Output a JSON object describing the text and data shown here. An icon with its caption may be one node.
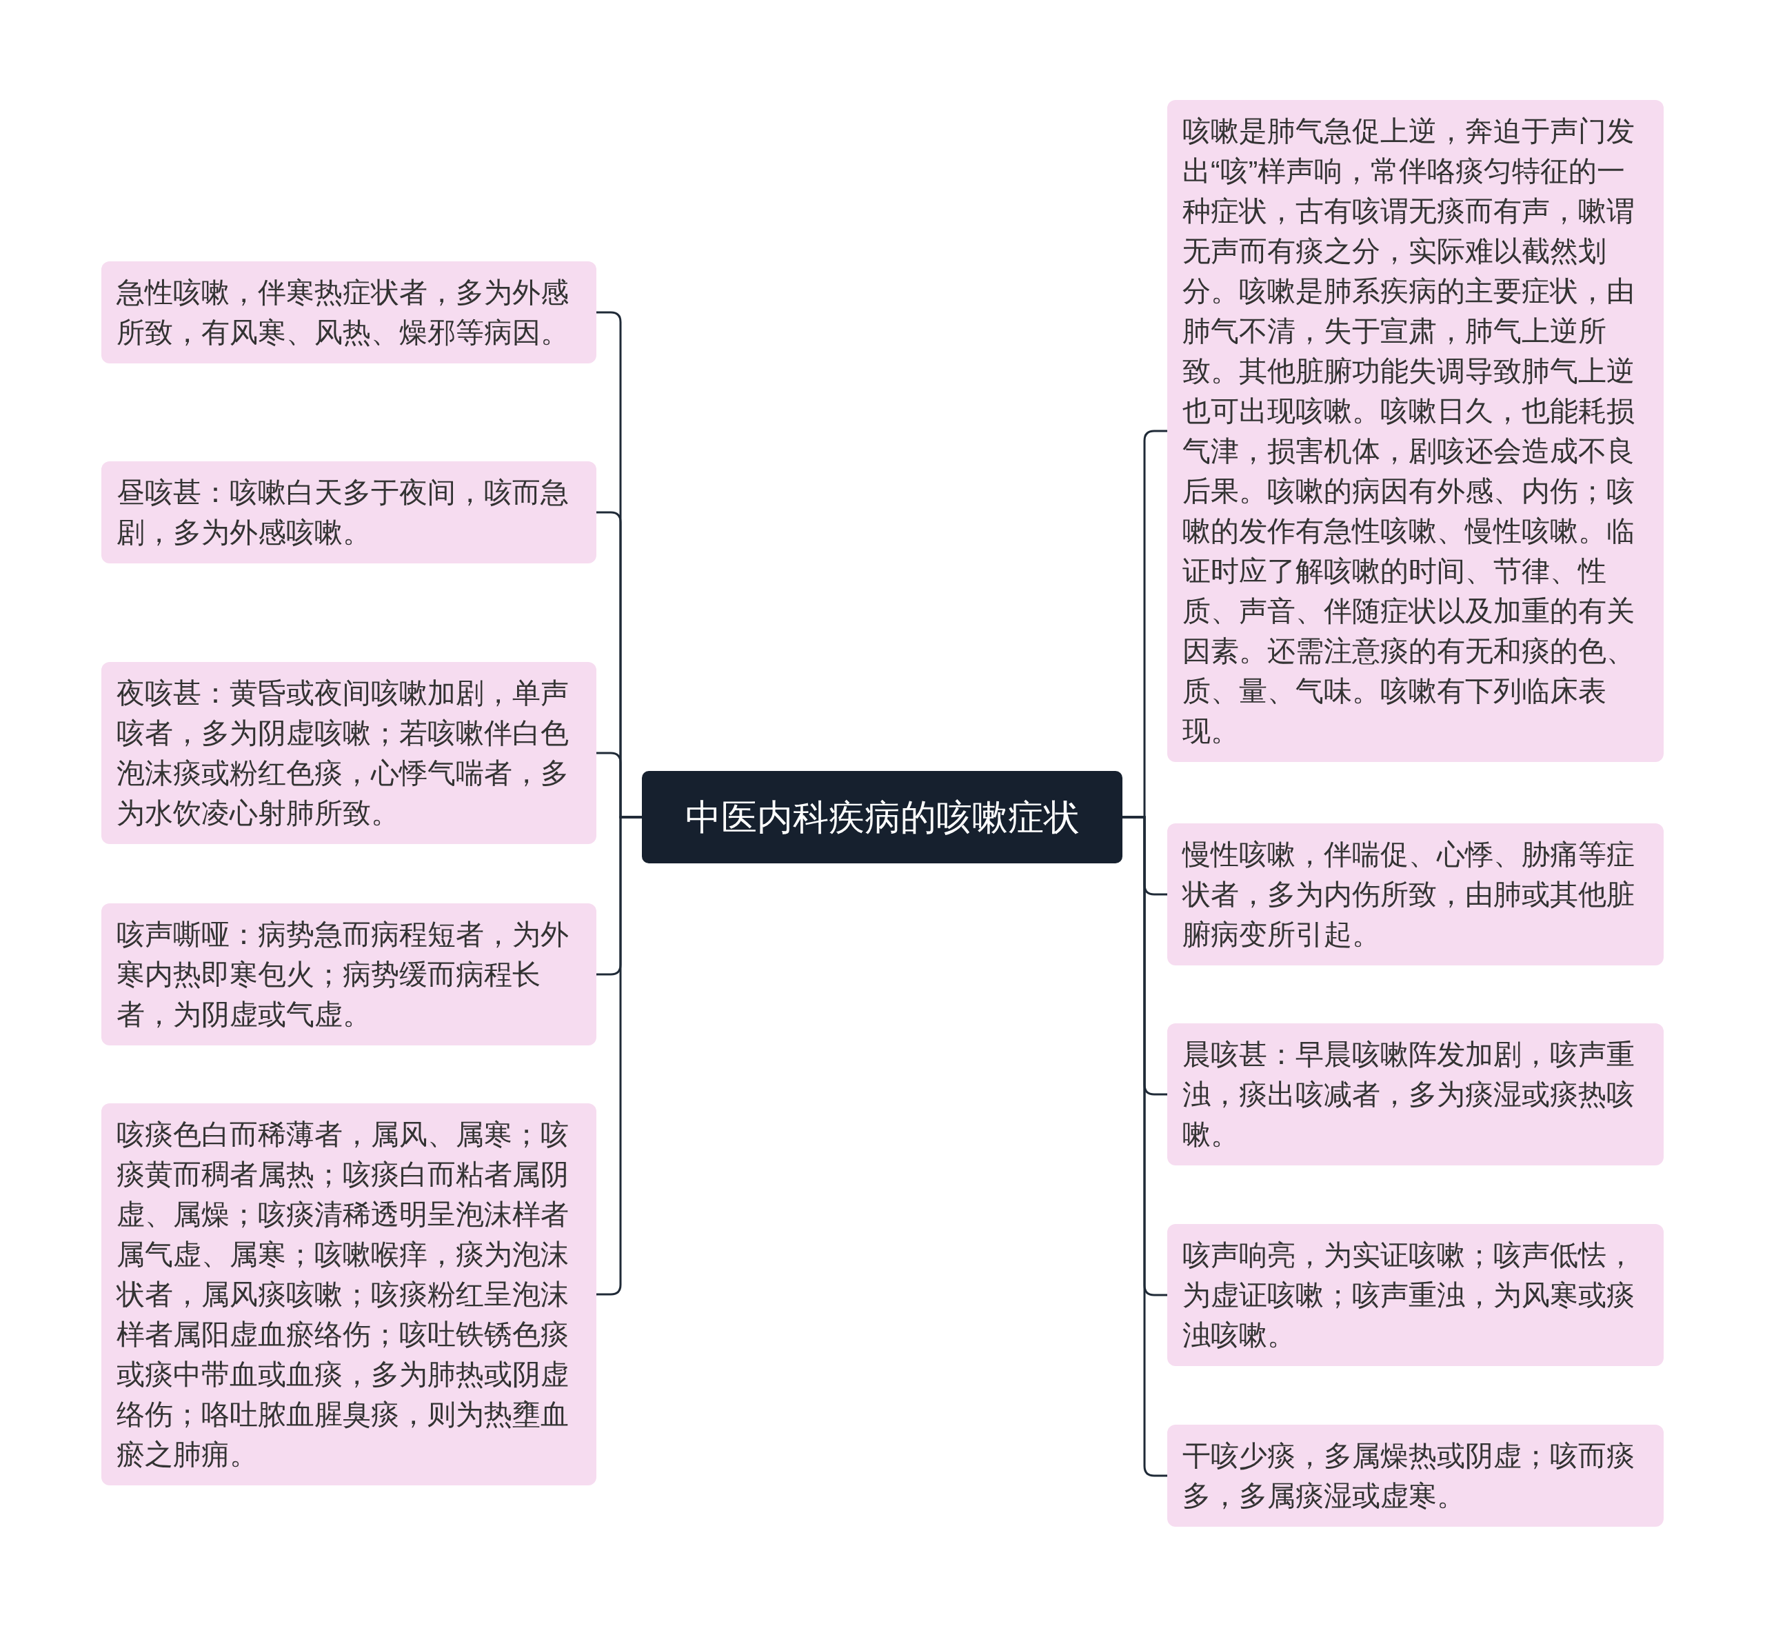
{
  "diagram": {
    "nodes": [
      {
        "text": [
          "中医内科疾病的咳嗽症状"
        ]
      },
      {
        "text": [
          "急性咳嗽，伴寒热症状者，多为外感所致，有风寒、风热、燥邪等病因。"
        ]
      },
      {
        "text": [
          "昼咳甚：咳嗽白天多于夜间，咳而急剧，多为外感咳嗽。"
        ]
      },
      {
        "text": [
          "夜咳甚：黄昏或夜间咳嗽加剧，单声咳者，多为阴虚咳嗽；若咳嗽伴白色泡沫痰或粉红色痰，心悸气喘者，多为水饮凌心射肺所致。"
        ]
      },
      {
        "text": [
          "咳声嘶哑：病势急而病程短者，为外寒内热即寒包火；病势缓而病程长者，为阴虚或气虚。"
        ]
      },
      {
        "text": [
          "咳痰色白而稀薄者，属风、属寒；咳痰黄而稠者属热；咳痰白而粘者属阴虚、属燥；咳痰清稀透明呈泡沫样者属气虚、属寒；咳嗽喉痒，痰为泡沫状者，属风痰咳嗽；咳痰粉红呈泡沫样者属阳虚血瘀络伤；咳吐铁锈色痰或痰中带血或血痰，多为肺热或阴虚络伤；咯吐脓血腥臭痰，则为热壅血瘀之肺痈。"
        ]
      },
      {
        "text": [
          "咳嗽是肺气急促上逆，奔迫于声门发出“咳”样声响，常伴咯痰匀特征的一种症状，古有咳谓无痰而有声，嗽谓无声而有痰之分，实际难以截然划分。咳嗽是肺系疾病的主要症状，由肺气不清，失于宣肃，肺气上逆所致。其他脏腑功能失调导致肺气上逆也可出现咳嗽。咳嗽日久，也能耗损气津，损害机体，剧咳还会造成不良后果。咳嗽的病因有外感、内伤；咳嗽的发作有急性咳嗽、慢性咳嗽。临证时应了解咳嗽的时间、节律、性质、声音、伴随症状以及加重的有关因素。还需注意痰的有无和痰的色、质、量、气味。咳嗽有下列临床表现。"
        ]
      },
      {
        "text": [
          "慢性咳嗽，伴喘促、心悸、胁痛等症状者，多为内伤所致，由肺或其他脏腑病变所引起。"
        ]
      },
      {
        "text": [
          "晨咳甚：早晨咳嗽阵发加剧，咳声重浊，痰出咳减者，多为痰湿或痰热咳嗽。"
        ]
      },
      {
        "text": [
          "咳声响亮，为实证咳嗽；咳声低怯，为虚证咳嗽；咳声重浊，为风寒或痰浊咳嗽。"
        ]
      },
      {
        "text": [
          "干咳少痰，多属燥热或阴虚；咳而痰多，多属痰湿或虚寒。"
        ]
      }
    ],
    "edges": [
      {
        "from": 0,
        "to": 1,
        "arrow": "none"
      },
      {
        "from": 0,
        "to": 2,
        "arrow": "none"
      },
      {
        "from": 0,
        "to": 3,
        "arrow": "none"
      },
      {
        "from": 0,
        "to": 4,
        "arrow": "none"
      },
      {
        "from": 0,
        "to": 5,
        "arrow": "none"
      },
      {
        "from": 0,
        "to": 6,
        "arrow": "none"
      },
      {
        "from": 0,
        "to": 7,
        "arrow": "none"
      },
      {
        "from": 0,
        "to": 8,
        "arrow": "none"
      },
      {
        "from": 0,
        "to": 9,
        "arrow": "none"
      },
      {
        "from": 0,
        "to": 10,
        "arrow": "none"
      }
    ]
  }
}
